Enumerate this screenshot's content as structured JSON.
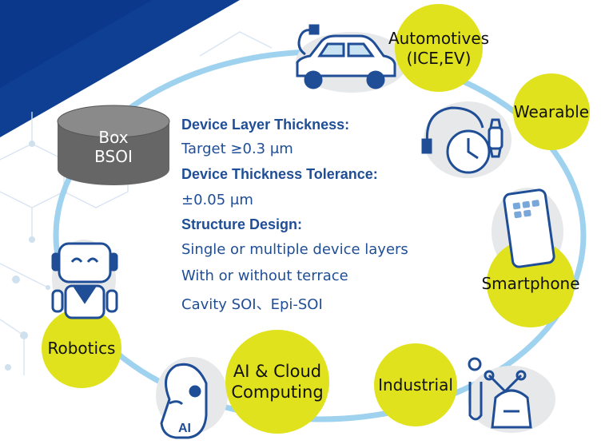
{
  "colors": {
    "bubble": "#dfe21c",
    "ring": "#9fd2ef",
    "icon": "#1f4e96",
    "spec_text": "#1f4e96",
    "corner": "#0e3f93"
  },
  "box": {
    "line1": "Box",
    "line2": "BSOI"
  },
  "specs": {
    "thickness_heading": "Device Layer Thickness:",
    "thickness_value": "Target ≥0.3 μm",
    "tolerance_heading": "Device Thickness Tolerance:",
    "tolerance_value": "±0.05 μm",
    "structure_heading": "Structure Design:",
    "structure_lines": [
      "Single or multiple device layers",
      "With or without terrace",
      "Cavity SOI、Epi-SOI"
    ]
  },
  "applications": {
    "automotives": {
      "line1": "Automotives",
      "line2": "(ICE,EV)",
      "icon": "electric-car-icon"
    },
    "wearable": {
      "label": "Wearable",
      "icon": "smartwatch-icon"
    },
    "smartphone": {
      "label": "Smartphone",
      "icon": "smartphone-icon"
    },
    "industrial": {
      "label": "Industrial",
      "icon": "robot-arm-icon"
    },
    "ai_cloud": {
      "line1": "AI & Cloud",
      "line2": "Computing",
      "icon": "ai-head-icon",
      "icon_text": "AI"
    },
    "robotics": {
      "label": "Robotics",
      "icon": "robot-icon"
    }
  }
}
